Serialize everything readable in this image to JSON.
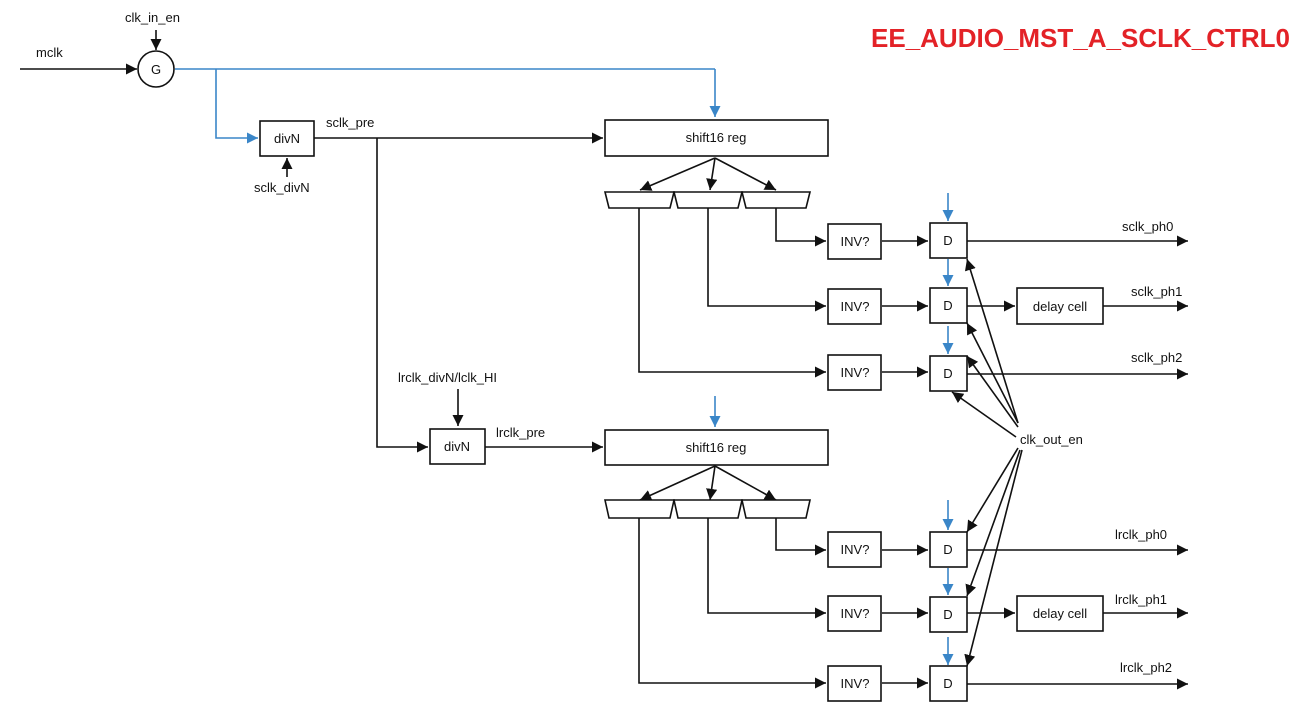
{
  "title": "EE_AUDIO_MST_A_SCLK_CTRL0",
  "colors": {
    "title": "#e32227",
    "clock_line": "#3a86c8",
    "line": "#111111"
  },
  "inputs": {
    "mclk": "mclk",
    "clk_in_en": "clk_in_en",
    "sclk_divN": "sclk_divN",
    "lrclk_divN": "lrclk_divN/lclk_HI",
    "clk_out_en": "clk_out_en"
  },
  "gate": {
    "label": "G"
  },
  "sclk": {
    "divider_label": "divN",
    "pre_label": "sclk_pre",
    "shift_label": "shift16 reg",
    "inv_labels": [
      "INV?",
      "INV?",
      "INV?"
    ],
    "dff_labels": [
      "D",
      "D",
      "D"
    ],
    "delay_label": "delay cell",
    "outputs": [
      "sclk_ph0",
      "sclk_ph1",
      "sclk_ph2"
    ]
  },
  "lrclk": {
    "divider_label": "divN",
    "pre_label": "lrclk_pre",
    "shift_label": "shift16 reg",
    "inv_labels": [
      "INV?",
      "INV?",
      "INV?"
    ],
    "dff_labels": [
      "D",
      "D",
      "D"
    ],
    "delay_label": "delay cell",
    "outputs": [
      "lrclk_ph0",
      "lrclk_ph1",
      "lrclk_ph2"
    ]
  }
}
